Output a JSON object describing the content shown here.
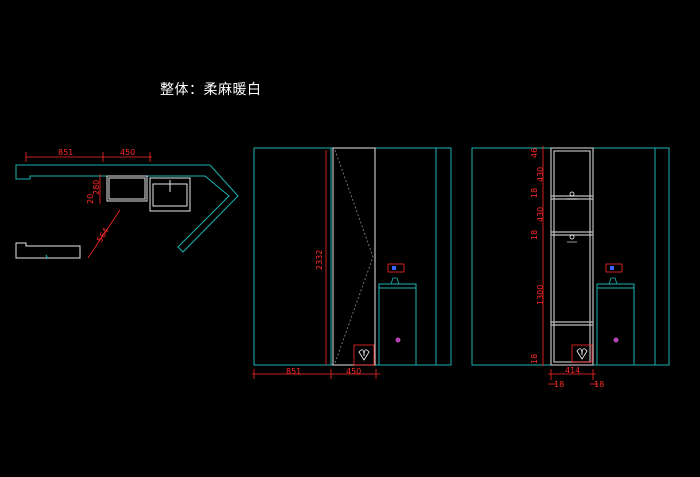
{
  "title": "整体：柔麻暖白",
  "colors": {
    "background": "#000000",
    "wall_lines": "#1bb3b3",
    "dimension_lines": "#ff2a2a",
    "cabinet_lines": "#e8e8e8",
    "frame_lines": "#bfbfbf"
  },
  "plan_view": {
    "dim_top_left": "851",
    "dim_top_right": "450",
    "dim_left_a": "20",
    "dim_left_b": "280",
    "dim_diagonal": "564"
  },
  "elevation_a": {
    "dim_height": "2332",
    "dim_bottom_left": "851",
    "dim_bottom_right": "450"
  },
  "elevation_b": {
    "dim_seg_1": "46",
    "dim_seg_2": "430",
    "dim_seg_3": "18",
    "dim_seg_4": "430",
    "dim_seg_5": "18",
    "dim_seg_6": "1300",
    "dim_seg_7": "18",
    "dim_width": "414",
    "dim_bottom_left": "18",
    "dim_bottom_right": "18"
  }
}
